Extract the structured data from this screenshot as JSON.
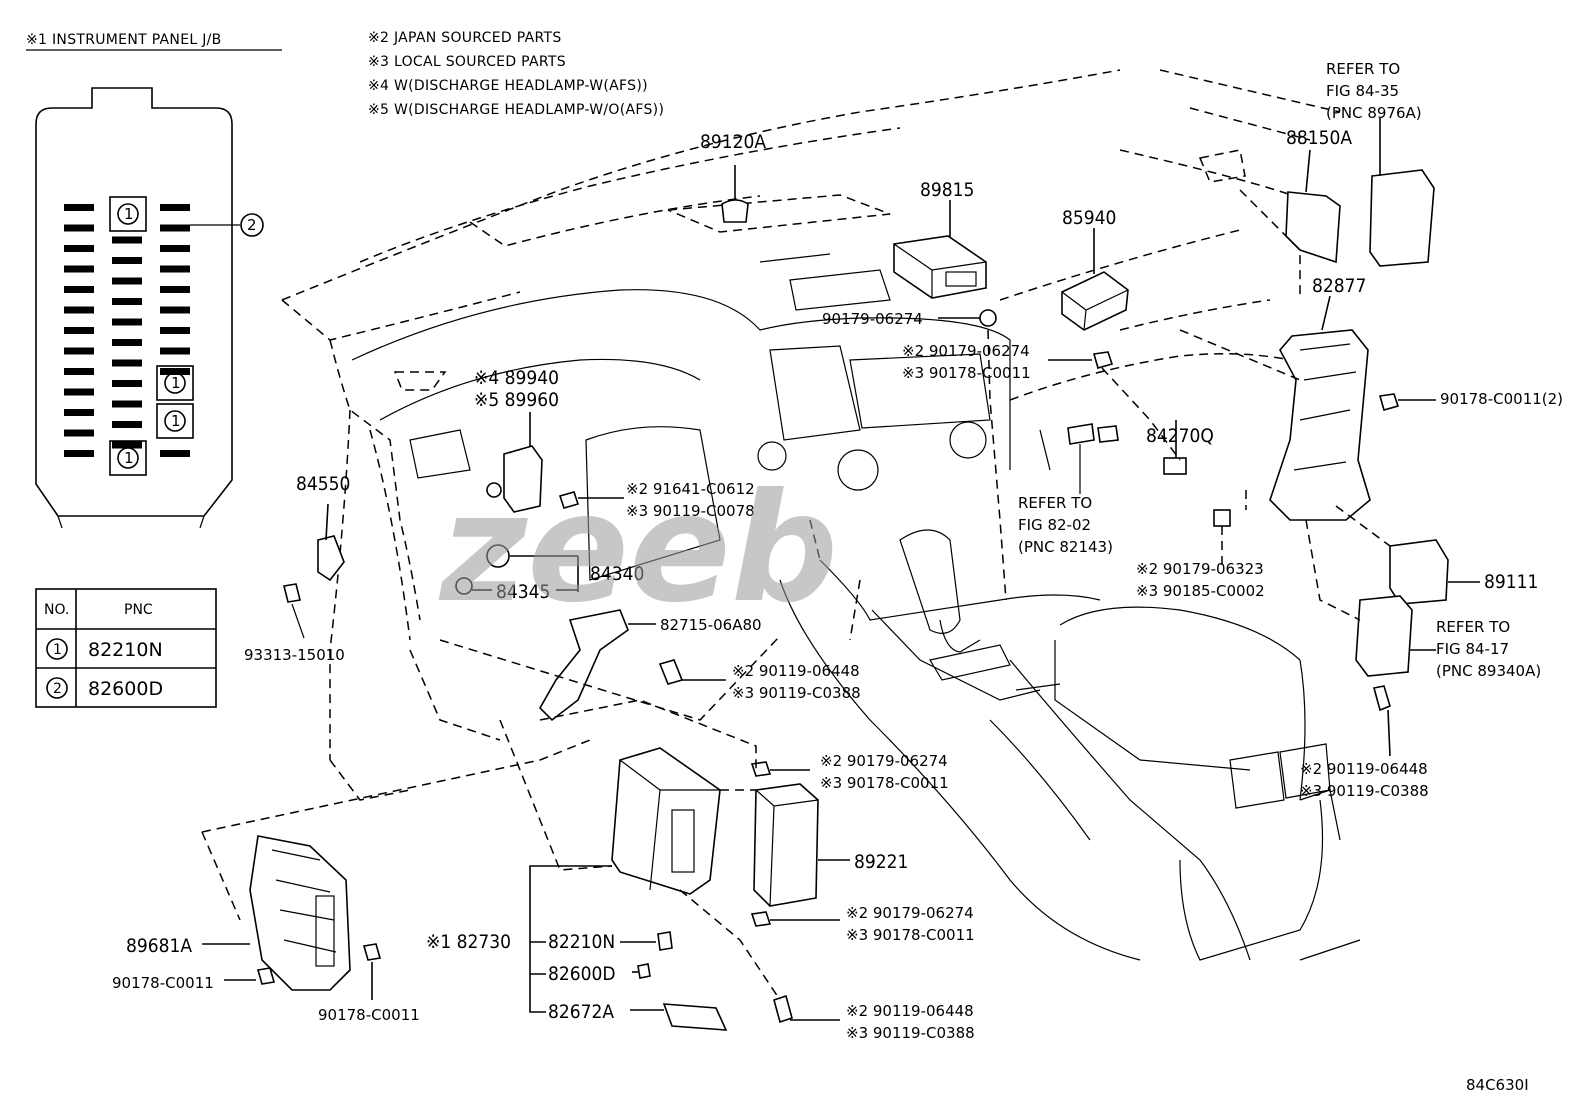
{
  "header": {
    "jb_title": "※1 INSTRUMENT PANEL J/B",
    "notes": [
      "※2 JAPAN SOURCED PARTS",
      "※3 LOCAL SOURCED PARTS",
      "※4 W(DISCHARGE HEADLAMP-W(AFS))",
      "※5 W(DISCHARGE HEADLAMP-W/O(AFS))"
    ]
  },
  "jb_box": {
    "marker_1": "1",
    "marker_2": "2"
  },
  "table": {
    "col_no": "NO.",
    "col_pnc": "PNC",
    "rows": [
      {
        "no": "1",
        "pnc": "82210N"
      },
      {
        "no": "2",
        "pnc": "82600D"
      }
    ]
  },
  "refs": {
    "ref_8976": [
      "REFER TO",
      "FIG 84-35",
      "(PNC 8976A)"
    ],
    "ref_82143": [
      "REFER TO",
      "FIG 82-02",
      "(PNC 82143)"
    ],
    "ref_89340": [
      "REFER TO",
      "FIG 84-17",
      "(PNC 89340A)"
    ]
  },
  "labels": {
    "p89120A": "89120A",
    "p89815": "89815",
    "p85940": "85940",
    "p88150A": "88150A",
    "p82877": "82877",
    "p90179_06274_a": "90179-06274",
    "p2_90179_06274": "※2 90179-06274",
    "p3_90178_C0011": "※3 90178-C0011",
    "p4_89940": "※4 89940",
    "p5_89960": "※5 89960",
    "p84270Q": "84270Q",
    "p90178_C0011_2": "90178-C0011(2)",
    "p84550": "84550",
    "p2_91641_C0612": "※2 91641-C0612",
    "p3_90119_C0078": "※3 90119-C0078",
    "p84340": "84340",
    "p84345": "84345",
    "p2_90179_06323": "※2 90179-06323",
    "p3_90185_C0002": "※3 90185-C0002",
    "p89111": "89111",
    "p93313_15010": "93313-15010",
    "p82715_06A80": "82715-06A80",
    "p2_90119_06448_a": "※2 90119-06448",
    "p3_90119_C0388_a": "※3 90119-C0388",
    "p2_90119_06448_b": "※2 90119-06448",
    "p3_90119_C0388_b": "※3 90119-C0388",
    "p2_90179_06274_b": "※2 90179-06274",
    "p3_90178_C0011_b": "※3 90178-C0011",
    "p89221": "89221",
    "p2_90179_06274_c": "※2 90179-06274",
    "p3_90178_C0011_c": "※3 90178-C0011",
    "p89681A": "89681A",
    "p90178_C0011_l": "90178-C0011",
    "p90178_C0011_b": "90178-C0011",
    "p1_82730": "※1 82730",
    "p82210N": "82210N",
    "p82600D": "82600D",
    "p82672A": "82672A",
    "p2_90119_06448_c": "※2 90119-06448",
    "p3_90119_C0388_c": "※3 90119-C0388",
    "fig_code": "84C630I"
  },
  "watermark": "zeeb"
}
